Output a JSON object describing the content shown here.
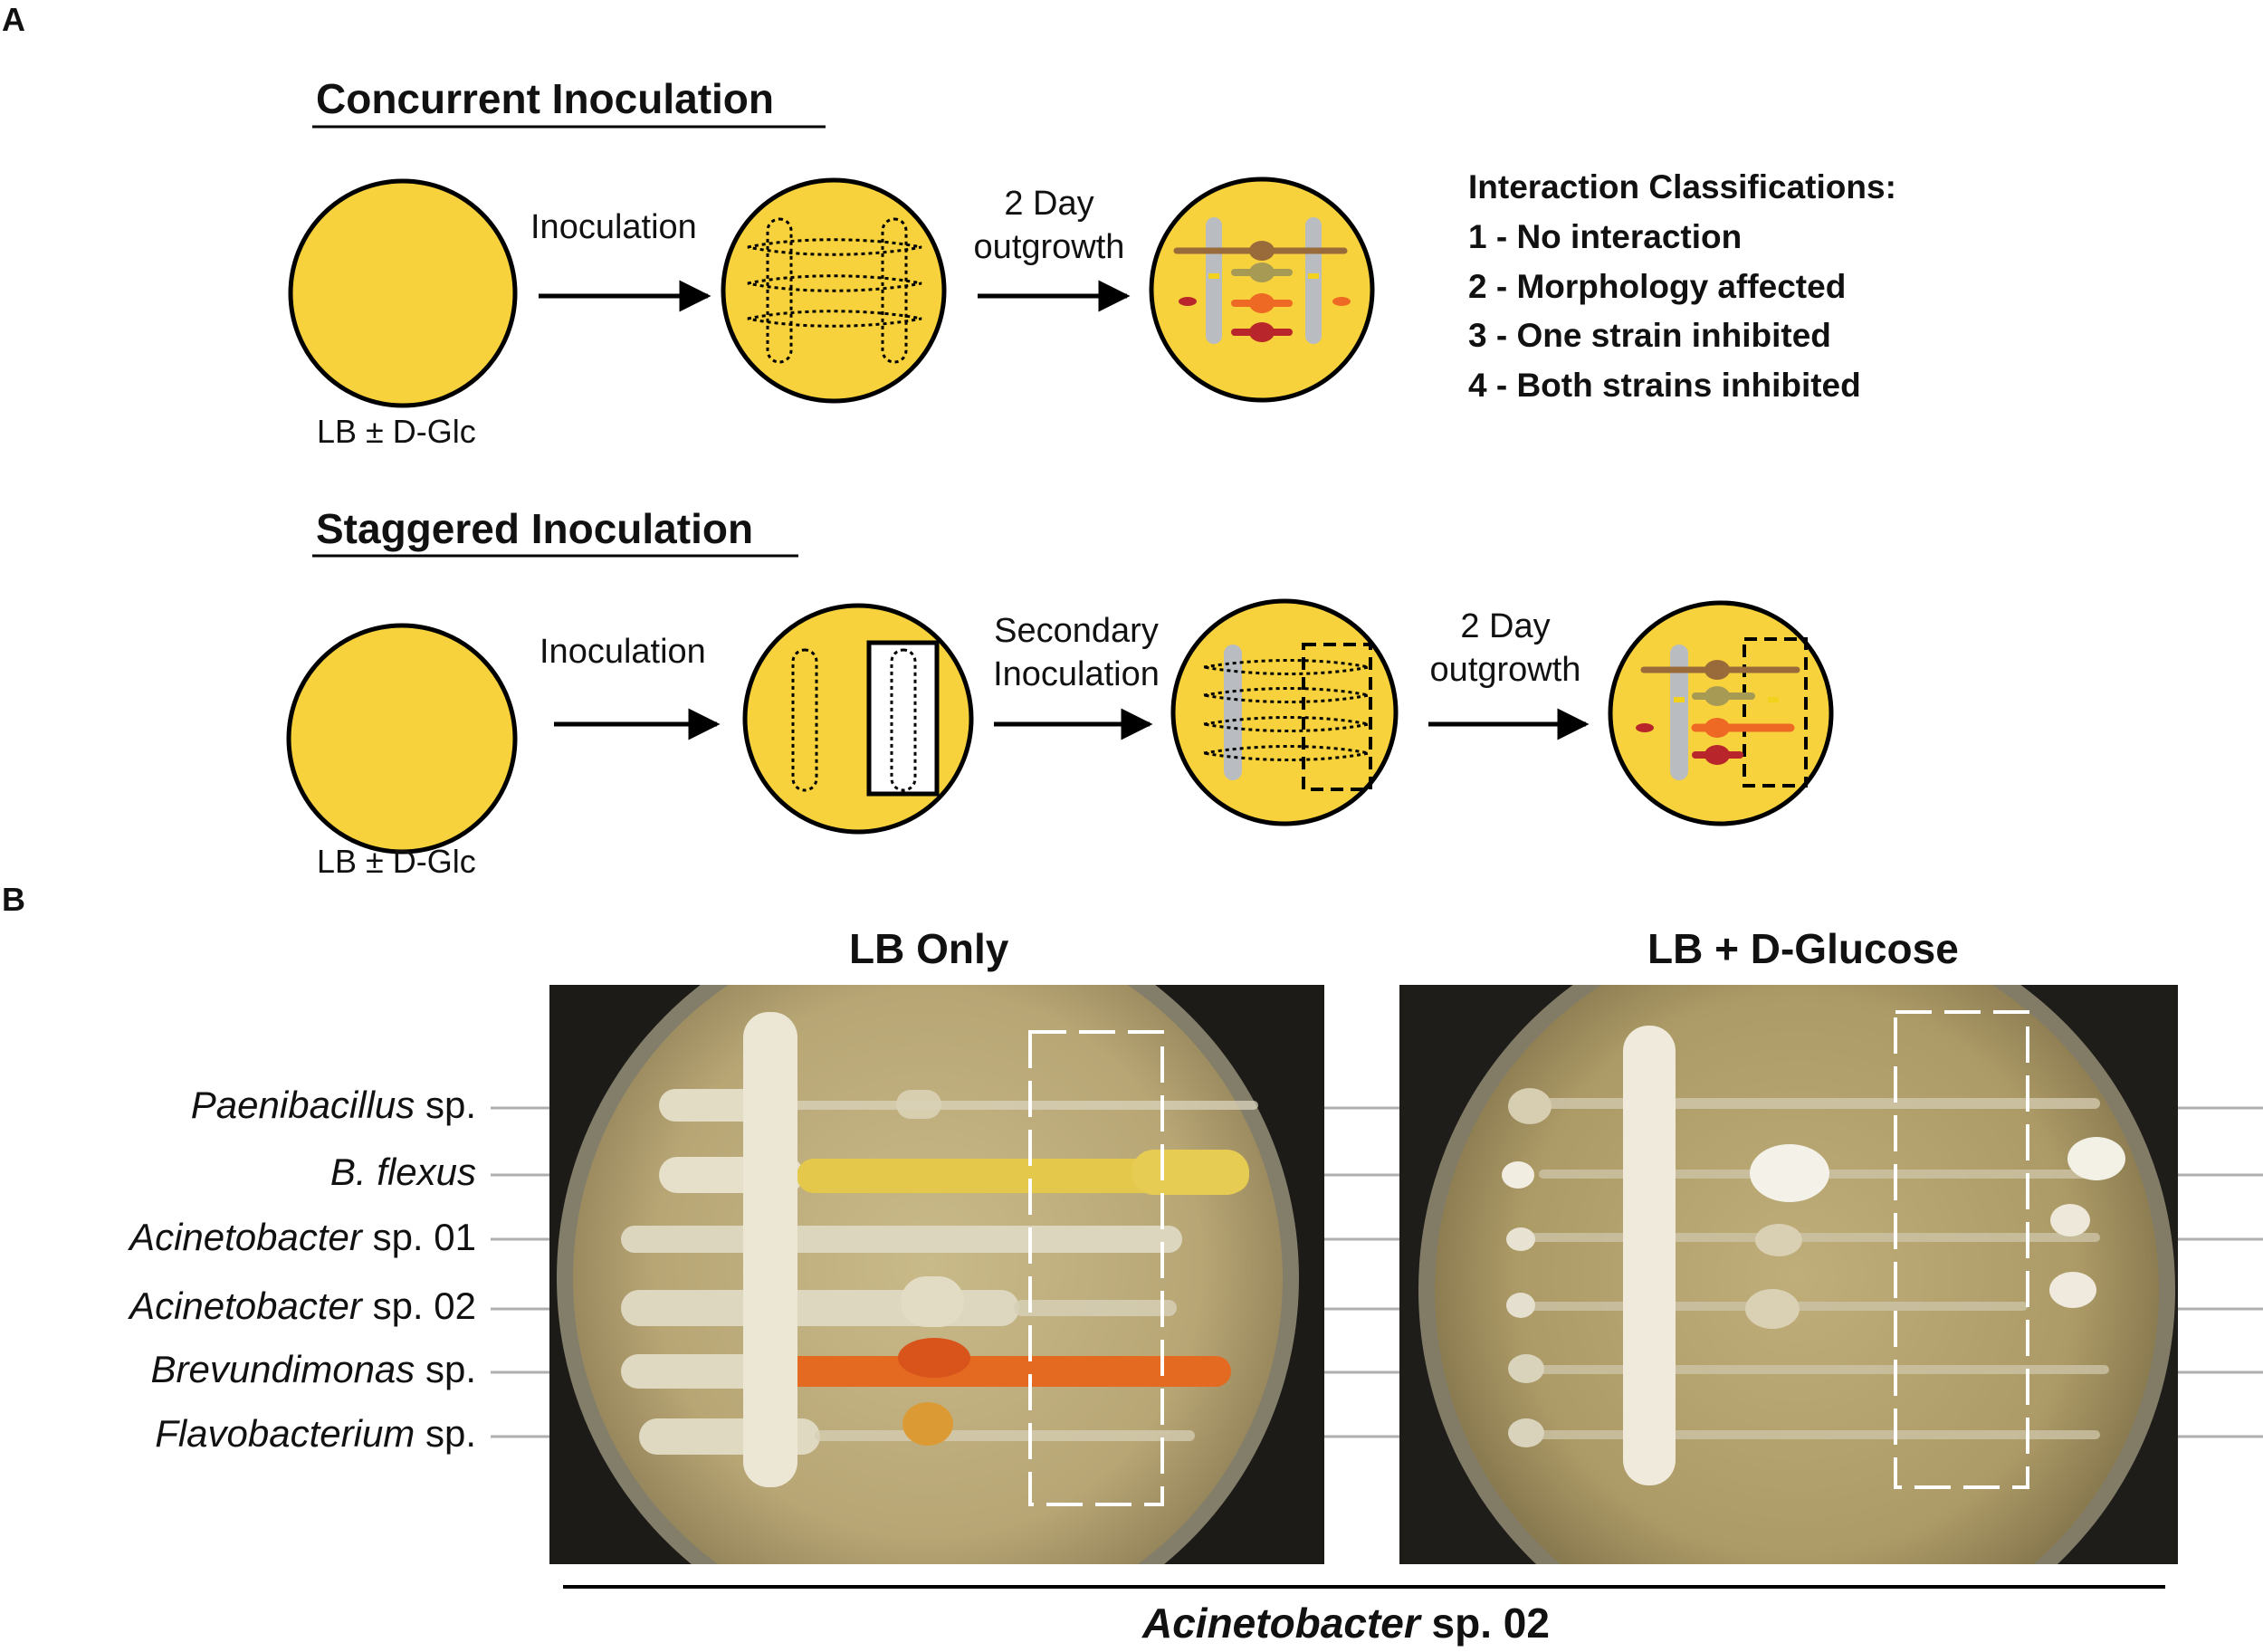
{
  "panel_a": {
    "letter": "A",
    "concurrent": {
      "title": "Concurrent Inoculation",
      "step1": "Inoculation",
      "step2_line1": "2 Day",
      "step2_line2": "outgrowth",
      "media": "LB ± D-Glc"
    },
    "staggered": {
      "title": "Staggered Inoculation",
      "step1": "Inoculation",
      "step2_line1": "Secondary",
      "step2_line2": "Inoculation",
      "step3_line1": "2 Day",
      "step3_line2": "outgrowth",
      "media": "LB ± D-Glc"
    },
    "legend": {
      "title": "Interaction Classifications:",
      "items": [
        "1 - No interaction",
        "2 - Morphology affected",
        "3 - One strain inhibited",
        "4 - Both strains inhibited"
      ]
    },
    "colors": {
      "plate_fill": "#F7D23C",
      "streak_gray": "#B9BCC0",
      "streak_brown": "#9A6B3A",
      "streak_olive": "#A79A55",
      "streak_orange": "#EE6A24",
      "streak_red": "#B8262B"
    }
  },
  "panel_b": {
    "letter": "B",
    "left_title": "LB Only",
    "right_title_prefix": "LB + ",
    "right_title_d": "D",
    "right_title_suffix": "-Glucose",
    "species": [
      {
        "name": "Paenibacillus",
        "suffix": " sp."
      },
      {
        "name": "B. flexus",
        "suffix": ""
      },
      {
        "name": "Acinetobacter",
        "suffix": " sp. 01"
      },
      {
        "name": "Acinetobacter",
        "suffix": " sp. 02"
      },
      {
        "name": "Brevundimonas",
        "suffix": " sp."
      },
      {
        "name": "Flavobacterium",
        "suffix": " sp."
      }
    ],
    "footer_name": "Acinetobacter",
    "footer_suffix": " sp. 02"
  }
}
